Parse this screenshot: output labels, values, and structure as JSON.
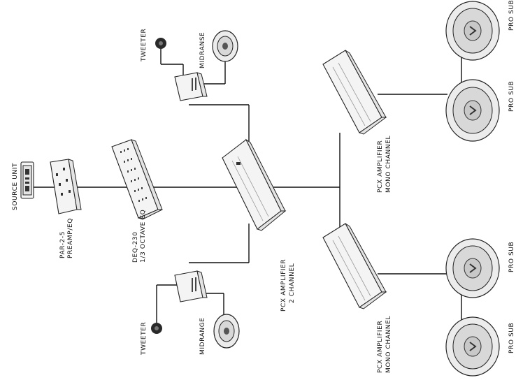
{
  "labels": {
    "source_unit": "SOURCE UNIT",
    "preamp_model": "PAR-2-5",
    "preamp_desc": "PREAMP/EQ",
    "eq_model": "DEQ-230",
    "eq_desc": "1/3 OCTAVE EQ",
    "amp2_name": "PCX AMPLIFIER",
    "amp2_desc": "2 CHANNEL",
    "amp_mono_top_name": "PCX AMPLIFIER",
    "amp_mono_top_desc": "MONO CHANNEL",
    "amp_mono_bottom_name": "PCX AMPLIFIER",
    "amp_mono_bottom_desc": "MONO CHANNEL",
    "tweeter_top": "TWEETER",
    "midrange_top": "MIDRANSE",
    "tweeter_bottom": "TWEETER",
    "midrange_bottom": "MIDRANGE",
    "pro_sub_1": "PRO SUB",
    "pro_sub_2": "PRO SUB",
    "pro_sub_3": "PRO SUB",
    "pro_sub_4": "PRO SUB"
  },
  "icons": {
    "source": "car-stereo-head-unit-icon",
    "preamp": "preamp-eq-unit-icon",
    "eq": "graphic-equalizer-icon",
    "amplifier": "amplifier-icon",
    "crossover": "crossover-box-icon",
    "tweeter": "tweeter-dome-icon",
    "midrange": "midrange-speaker-icon",
    "subwoofer": "subwoofer-icon"
  }
}
